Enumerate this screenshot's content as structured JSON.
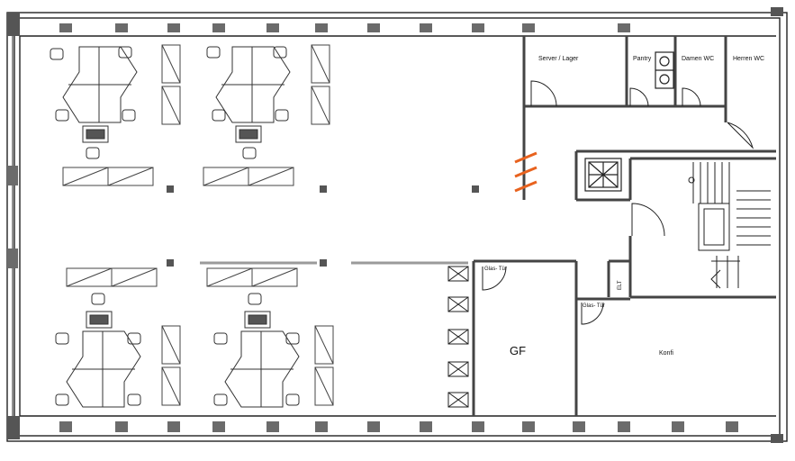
{
  "rooms": {
    "server_lager": "Server / Lager",
    "pantry": "Pantry",
    "damen_wc": "Damen WC",
    "herren_wc": "Herren WC",
    "gf": "GF",
    "konfi": "Konfi",
    "glas_tuer_gf": "Glas- Tür",
    "glas_tuer_konfi": "Glas- Tür",
    "elt": "ELT"
  },
  "colors": {
    "wall": "#4a4a4a",
    "pier": "#6b6b6b",
    "line": "#222222",
    "accent_marks": "#e8621e",
    "partition": "#8a8a8a"
  }
}
